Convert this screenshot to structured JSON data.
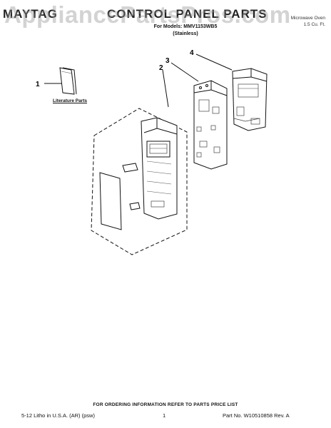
{
  "header": {
    "brand": "MAYTAG",
    "title": "CONTROL PANEL PARTS",
    "model_line": "For Models: MMV1153WB5",
    "variant": "(Stainless)",
    "product_line1": "Microwave Oven",
    "product_line2": "1.5 Cu. Ft."
  },
  "watermark": "AppliancePartsPros.com",
  "diagram": {
    "callouts": [
      "1",
      "2",
      "3",
      "4"
    ],
    "literature_label": "Literature Parts"
  },
  "footer": {
    "ordering_note": "FOR ORDERING INFORMATION REFER TO PARTS PRICE LIST",
    "litho": "5-12 Litho in U.S.A. (AR) (psw)",
    "page_number": "1",
    "part_number": "Part No. W10510858 Rev. A"
  }
}
